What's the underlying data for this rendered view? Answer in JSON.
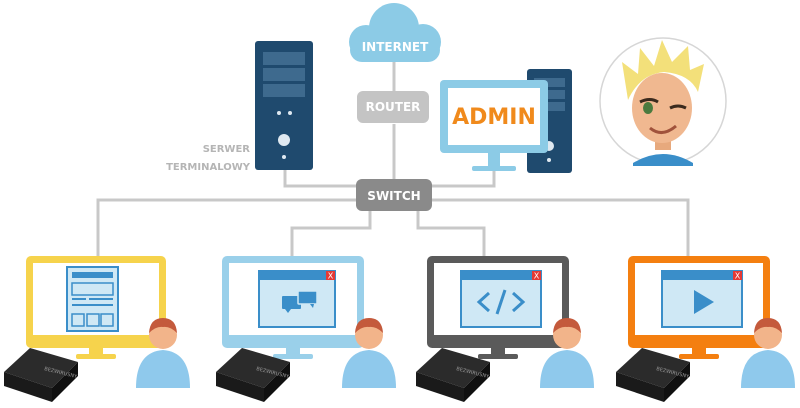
{
  "labels": {
    "internet": "INTERNET",
    "router": "ROUTER",
    "switch": "SWITCH",
    "server_line1": "SERWER",
    "server_line2": "TERMINALOWY",
    "admin": "ADMIN"
  },
  "thin_client_brand": "BEZWIRUSNY",
  "colors": {
    "cloud": "#8ccbe6",
    "router_box": "#c4c4c4",
    "switch_box": "#8a8a8a",
    "tower": "#1f4a6e",
    "admin_text": "#f08a1c",
    "monitor_yellow": "#f6d34c",
    "monitor_blue": "#9ad0ea",
    "monitor_gray": "#5a5a5a",
    "monitor_orange": "#f47f10",
    "line": "#c8c8c8"
  },
  "workstations": [
    {
      "id": "ws-1",
      "screen": "wireframe-layout"
    },
    {
      "id": "ws-2",
      "screen": "chat-window"
    },
    {
      "id": "ws-3",
      "screen": "code-window"
    },
    {
      "id": "ws-4",
      "screen": "video-player"
    }
  ]
}
